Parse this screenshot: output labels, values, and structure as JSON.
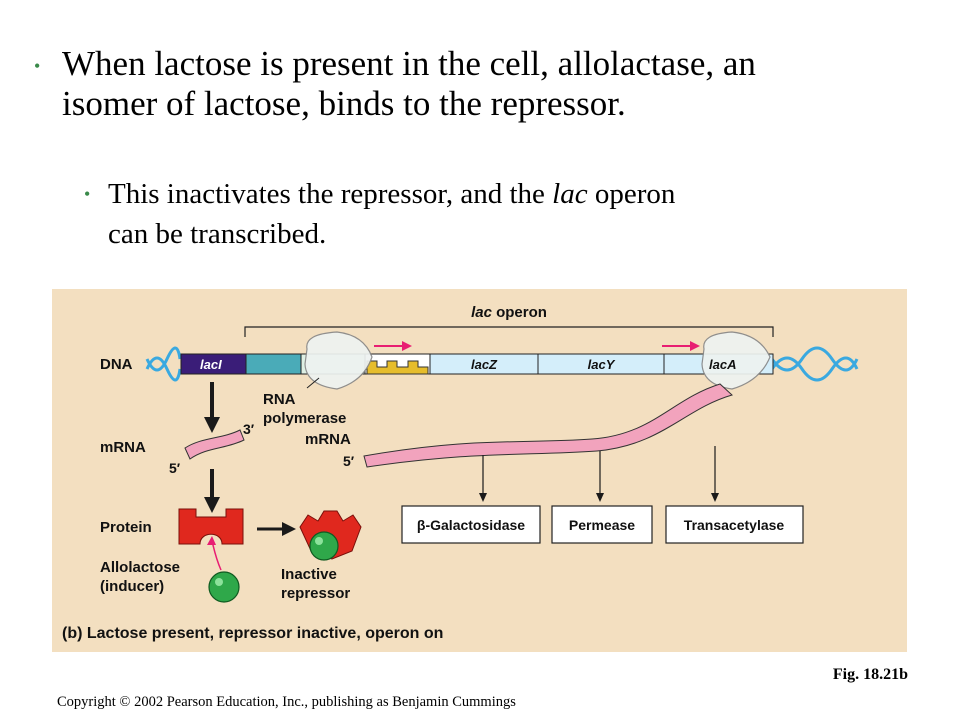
{
  "bullets": {
    "main": {
      "marker": "•",
      "text_line1": "When lactose is present in the cell, allolactase, an",
      "text_line2": "isomer of lactose, binds to the repressor."
    },
    "sub": {
      "marker": "•",
      "text_pre": "This inactivates the repressor, and the ",
      "text_italic": "lac",
      "text_post": " operon",
      "text_line2": "can be transcribed."
    }
  },
  "figure": {
    "operon_label_italic": "lac",
    "operon_label_rest": " operon",
    "dna_label": "DNA",
    "gene_laci": "lacI",
    "gene_lacz": "lacZ",
    "gene_lacy": "lacY",
    "gene_laca": "lacA",
    "rna_pol_label_1": "RNA",
    "rna_pol_label_2": "polymerase",
    "mrna_left_label": "mRNA",
    "mrna_right_label": "mRNA",
    "three_prime": "3′",
    "five_prime_left": "5′",
    "five_prime_right": "5′",
    "protein_label": "Protein",
    "allolactose_label_1": "Allolactose",
    "allolactose_label_2": "(inducer)",
    "inactive_label_1": "Inactive",
    "inactive_label_2": "repressor",
    "enzyme_1": "β-Galactosidase",
    "enzyme_2": "Permease",
    "enzyme_3": "Transacetylase",
    "caption": "(b) Lactose present, repressor inactive, operon on",
    "colors": {
      "background": "#f3dfc0",
      "laci_box": "#3a1d78",
      "promoter_box": "#4aabb8",
      "operator_box": "#e6bd2c",
      "gene_box": "#d4eefa",
      "dna_helix": "#3aa9e0",
      "mrna": "#f2a3bd",
      "repressor": "#e0281e",
      "inducer": "#2fa84a",
      "arrow_pink": "#e81e72"
    }
  },
  "fig_caption": "Fig. 18.21b",
  "copyright": "Copyright © 2002 Pearson Education, Inc., publishing as Benjamin Cummings"
}
